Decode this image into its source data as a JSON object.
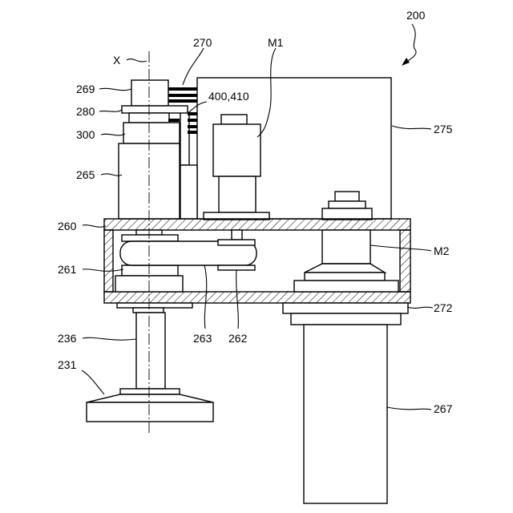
{
  "labels": {
    "ref_200": "200",
    "axis_x": "X",
    "ref_270": "270",
    "ref_m1": "M1",
    "ref_269": "269",
    "ref_400_410": "400,410",
    "ref_280": "280",
    "ref_300": "300",
    "ref_275": "275",
    "ref_265": "265",
    "ref_260": "260",
    "ref_m2": "M2",
    "ref_261": "261",
    "ref_272": "272",
    "ref_263": "263",
    "ref_262": "262",
    "ref_236": "236",
    "ref_231": "231",
    "ref_267": "267"
  },
  "colors": {
    "line": "#000000",
    "background": "#ffffff"
  }
}
